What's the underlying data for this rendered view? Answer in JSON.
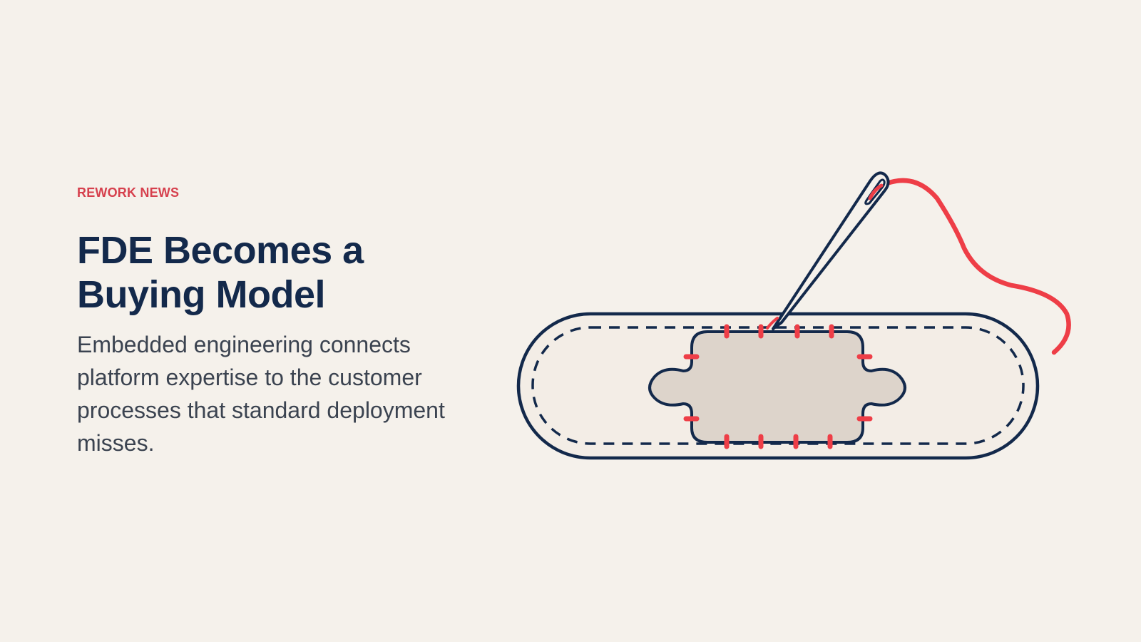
{
  "article": {
    "kicker": "REWORK NEWS",
    "headline": "FDE Becomes a Buying Model",
    "deck": "Embedded engineering connects platform expertise to the customer processes that standard deployment misses."
  },
  "illustration": {
    "subject": "bandage patch with puzzle-piece insert being stitched by needle and red thread",
    "colors": {
      "outline": "#13294b",
      "bandage_fill": "#f3ede6",
      "patch_fill": "#ddd4cb",
      "thread": "#ee3e47",
      "background": "#f5f1eb"
    }
  }
}
